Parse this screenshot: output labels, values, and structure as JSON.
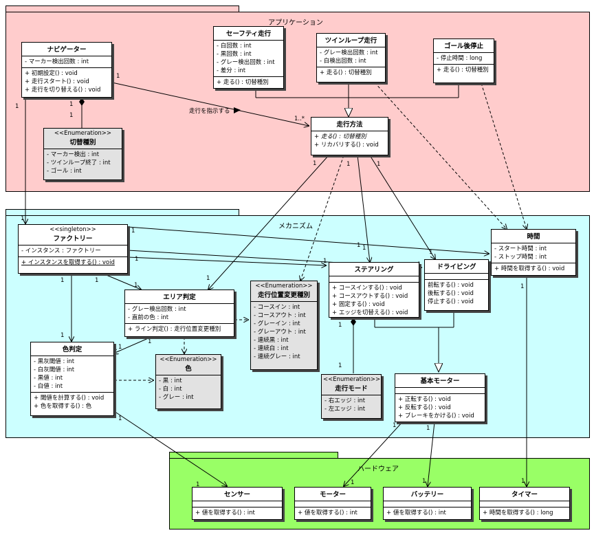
{
  "packages": {
    "app": "アプリケーション",
    "mech": "メカニズム",
    "hw": "ハードウェア"
  },
  "classes": {
    "navigator": {
      "name": "ナビゲーター",
      "attrs": [
        "- マーカー検出回数 : int"
      ],
      "ops": [
        "+ 初期設定() : void",
        "+ 走行スタート() : void",
        "+ 走行を切り替える() : void"
      ]
    },
    "safety": {
      "name": "セーフティ走行",
      "attrs": [
        "- 白回数 : int",
        "- 黒回数 : int",
        "- グレー検出回数 : int",
        "- 差分 : int"
      ],
      "ops": [
        "+ 走る() : 切替種別"
      ]
    },
    "twinloop": {
      "name": "ツインループ走行",
      "attrs": [
        "- グレー検出回数 : int",
        "- 白検出回数 : int"
      ],
      "ops": [
        "+ 走る() : 切替種別"
      ]
    },
    "goalstop": {
      "name": "ゴール後停止",
      "attrs": [
        "- 停止時間 : long"
      ],
      "ops": [
        "+ 走る() : 切替種別"
      ]
    },
    "switchkind": {
      "stereo": "<<Enumeration>>",
      "name": "切替種別",
      "attrs": [
        "- マーカー検出 : int",
        "- ツインループ終了 : int",
        "- ゴール : int"
      ]
    },
    "runmethod": {
      "name": "走行方法",
      "ops": [
        "+ 走る() : 切替種別",
        "+ リカバリする() : void"
      ]
    },
    "factory": {
      "stereo": "<<singleton>>",
      "name": "ファクトリー",
      "attrs": [
        "- インスタンス : ファクトリー"
      ],
      "ops": [
        "+ インスタンスを取得する() : void"
      ]
    },
    "time": {
      "name": "時間",
      "attrs": [
        "- スタート時間 : int",
        "- ストップ時間 : int"
      ],
      "ops": [
        "+ 時間を取得する() : void"
      ]
    },
    "steering": {
      "name": "ステアリング",
      "ops": [
        "+ コースインする() : void",
        "+ コースアウトする() : void",
        "+ 固定する() : void",
        "+ エッジを切替える() : void"
      ]
    },
    "driving": {
      "name": "ドライビング",
      "ops": [
        "前転する() : void",
        "後転する() : void",
        "停止する() : void"
      ]
    },
    "area": {
      "name": "エリア判定",
      "attrs": [
        "- グレー検出回数 : int",
        "- 直前の色 : int"
      ],
      "ops": [
        "+ ライン判定() : 走行位置変更種別"
      ]
    },
    "poschange": {
      "stereo": "<<Enumeration>>",
      "name": "走行位置変更種別",
      "attrs": [
        "- コースイン : int",
        "- コースアウト : int",
        "- グレーイン : int",
        "- グレーアウト : int",
        "- 連続黒 : int",
        "- 連続白 : int",
        "- 連続グレー : int"
      ]
    },
    "colorjudge": {
      "name": "色判定",
      "attrs": [
        "- 黒灰閾値 : int",
        "- 白灰閾値 : int",
        "- 黒値 : int",
        "- 白値 : int"
      ],
      "ops": [
        "+ 閾値を計算する() : void",
        "+ 色を取得する() : 色"
      ]
    },
    "color": {
      "stereo": "<<Enumeration>>",
      "name": "色",
      "attrs": [
        "- 黒 : int",
        "- 白 : int",
        "- グレー : int"
      ]
    },
    "runmode": {
      "stereo": "<<Enumeration>>",
      "name": "走行モード",
      "attrs": [
        "- 右エッジ : int",
        "- 左エッジ : int"
      ]
    },
    "basemotor": {
      "name": "基本モーター",
      "ops": [
        "+ 正転する() : void",
        "+ 反転する() : void",
        "+ ブレーキをかける() : void"
      ]
    },
    "sensor": {
      "name": "センサー",
      "ops": [
        "+ 値を取得する() : int"
      ]
    },
    "motor": {
      "name": "モーター",
      "ops": [
        "+ 値を取得する() : int"
      ]
    },
    "battery": {
      "name": "バッテリー",
      "ops": [
        "+ 値を取得する() : int"
      ]
    },
    "timer": {
      "name": "タイマー",
      "ops": [
        "+ 時間を取得する() : long"
      ]
    }
  },
  "labels": {
    "instruct": "走行を指示する",
    "one": "1",
    "many": "1..*"
  },
  "colors": {
    "app_fill": "#ffcccc",
    "mech_fill": "#ccffff",
    "hw_fill": "#99ff66",
    "enum_fill": "#e2e2e2"
  }
}
